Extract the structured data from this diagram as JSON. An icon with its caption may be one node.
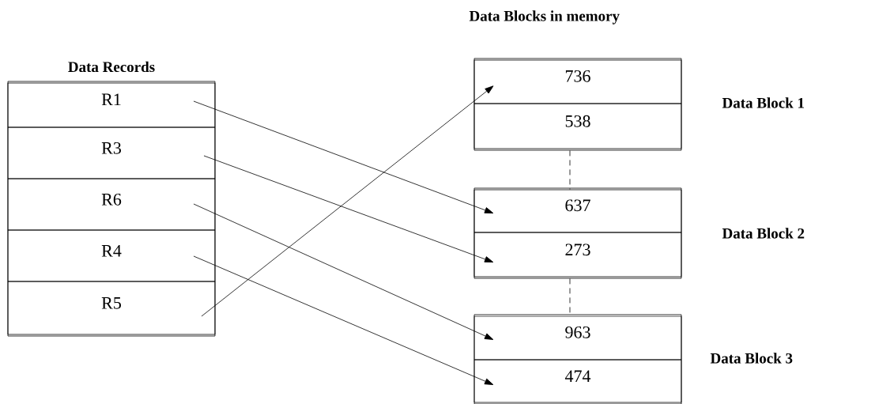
{
  "diagram": {
    "nodes": [
      {
        "text": [
          "Data Records"
        ]
      },
      {
        "text": [
          "R1"
        ],
        "in": 0
      },
      {
        "text": [
          "R3"
        ],
        "in": 0
      },
      {
        "text": [
          "R6"
        ],
        "in": 0
      },
      {
        "text": [
          "R4"
        ],
        "in": 0
      },
      {
        "text": [
          "R5"
        ],
        "in": 0
      },
      {
        "text": [],
        "shape": "box"
      },
      {
        "text": [
          "736"
        ],
        "in": 6
      },
      {
        "text": [
          "538"
        ],
        "in": 6
      },
      {
        "text": [],
        "shape": "box"
      },
      {
        "text": [
          "637"
        ],
        "in": 9
      },
      {
        "text": [
          "273"
        ],
        "in": 9
      },
      {
        "text": [],
        "shape": "box"
      },
      {
        "text": [
          "963"
        ],
        "in": 12
      },
      {
        "text": [
          "474"
        ],
        "in": 12
      }
    ],
    "edges": [
      {
        "from": 1,
        "to": 10,
        "arrow": "to"
      },
      {
        "from": 2,
        "to": 11,
        "arrow": "to"
      },
      {
        "from": 3,
        "to": 13,
        "arrow": "to"
      },
      {
        "from": 4,
        "to": 14,
        "arrow": "to"
      },
      {
        "from": 5,
        "to": 7,
        "arrow": "to"
      },
      {
        "from": 6,
        "to": 9,
        "arrow": "none",
        "style": "dashed"
      },
      {
        "from": 9,
        "to": 12,
        "arrow": "none",
        "style": "dashed"
      }
    ],
    "labels": [
      "Data Blocks in memory",
      "Data Block 1",
      "Data Block 2",
      "Data Block 3"
    ]
  }
}
